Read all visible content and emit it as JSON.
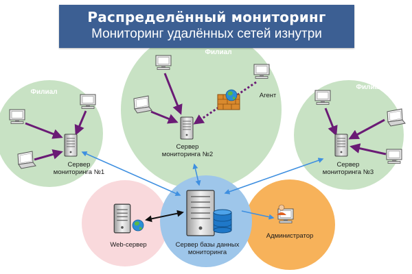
{
  "header": {
    "title": "Распределённый мониторинг",
    "subtitle": "Мониторинг удалённых сетей изнутри"
  },
  "branches": [
    {
      "label": "Филиал"
    },
    {
      "label": "Филиал"
    },
    {
      "label": "Филиал"
    }
  ],
  "nodes": {
    "server1": "Сервер\nмониторинга №1",
    "server2": "Сервер\nмониторинга №2",
    "server3": "Сервер\nмониторинга №3",
    "agent": "Агент",
    "web_server": "Web-сервер",
    "db_server": "Сервер базы данных\nмониторинга",
    "admin": "Администратор"
  },
  "colors": {
    "banner": "#3c5f93",
    "branch_bg": "#c8e2c4",
    "web_bg": "#f9d9dc",
    "db_bg": "#9ec6ea",
    "admin_bg": "#f7b25a",
    "link_arrow": "#6a1b75",
    "sync_arrow": "#3e8fe0",
    "firewall": "#d98a2e"
  }
}
